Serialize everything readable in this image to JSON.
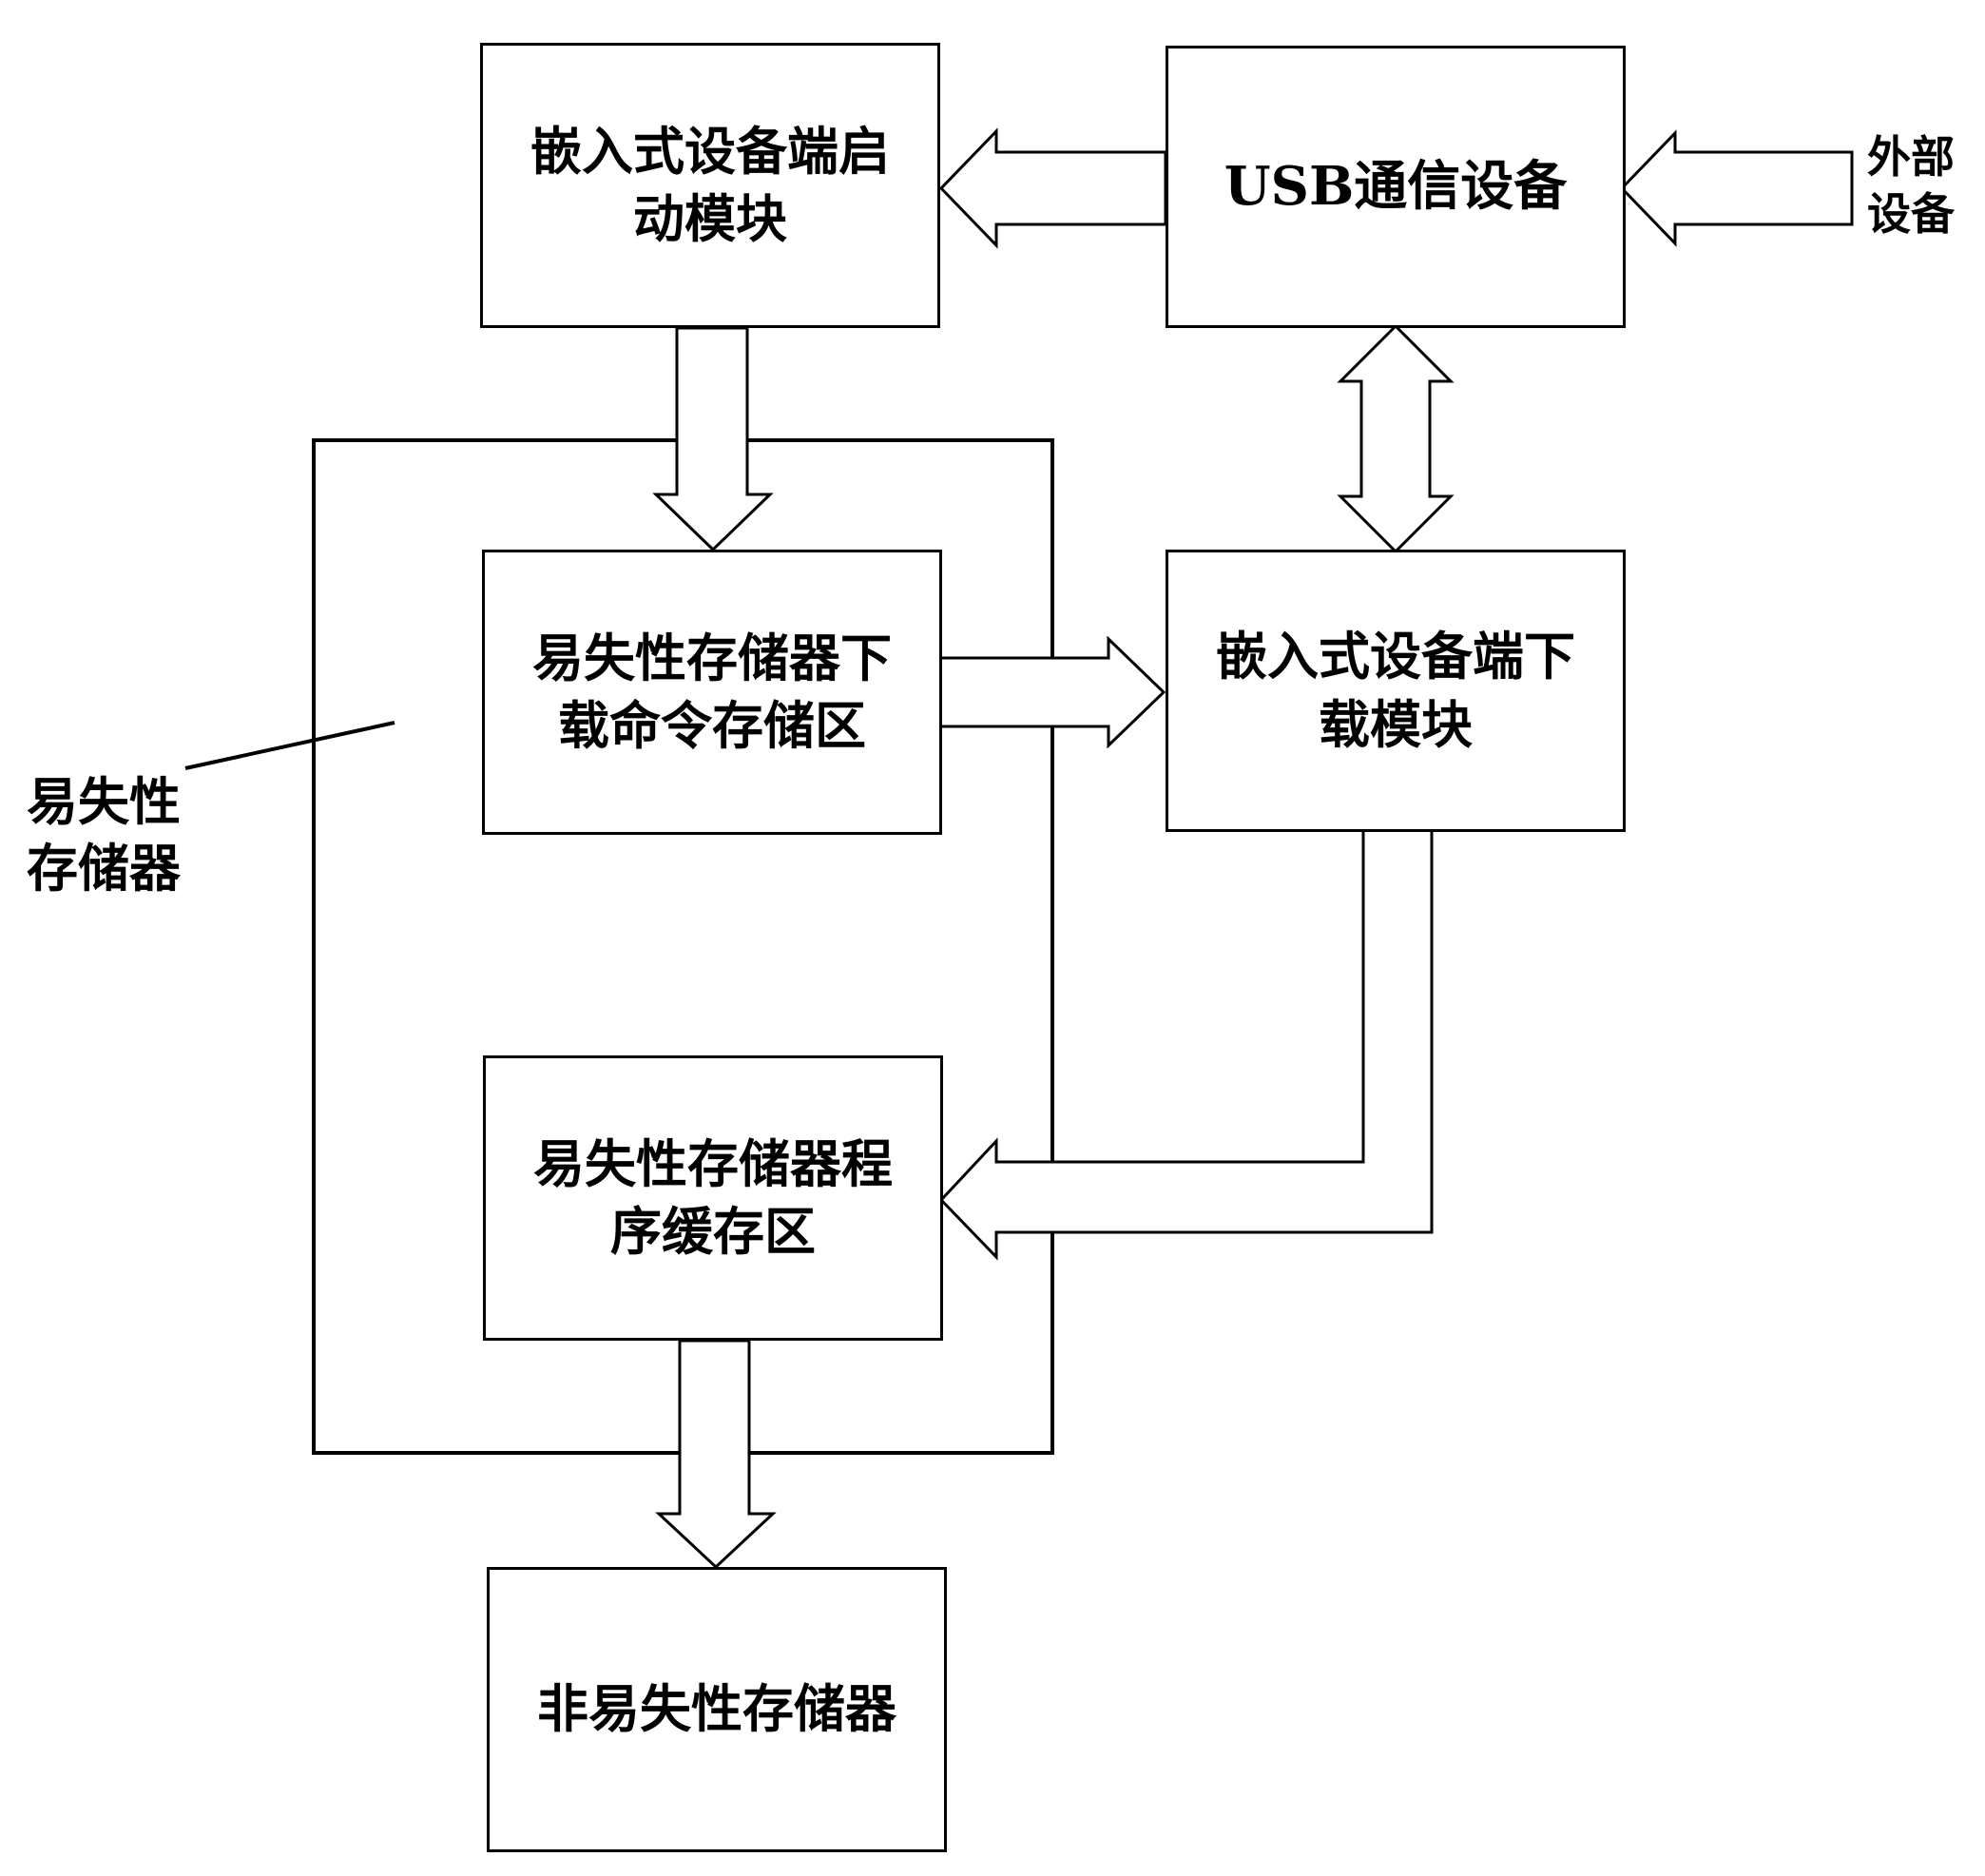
{
  "boxes": {
    "boot_module": {
      "line1": "嵌入式设备端启",
      "line2": "动模块"
    },
    "usb_device": {
      "label": "USB通信设备"
    },
    "download_cmd_area": {
      "line1": "易失性存储器下",
      "line2": "载命令存储区"
    },
    "download_module": {
      "line1": "嵌入式设备端下",
      "line2": "载模块"
    },
    "program_buffer": {
      "line1": "易失性存储器程",
      "line2": "序缓存区"
    },
    "nonvolatile_memory": {
      "label": "非易失性存储器"
    }
  },
  "labels": {
    "external_device": {
      "line1": "外部",
      "line2": "设备"
    },
    "volatile_memory": {
      "line1": "易失性",
      "line2": "存储器"
    }
  }
}
